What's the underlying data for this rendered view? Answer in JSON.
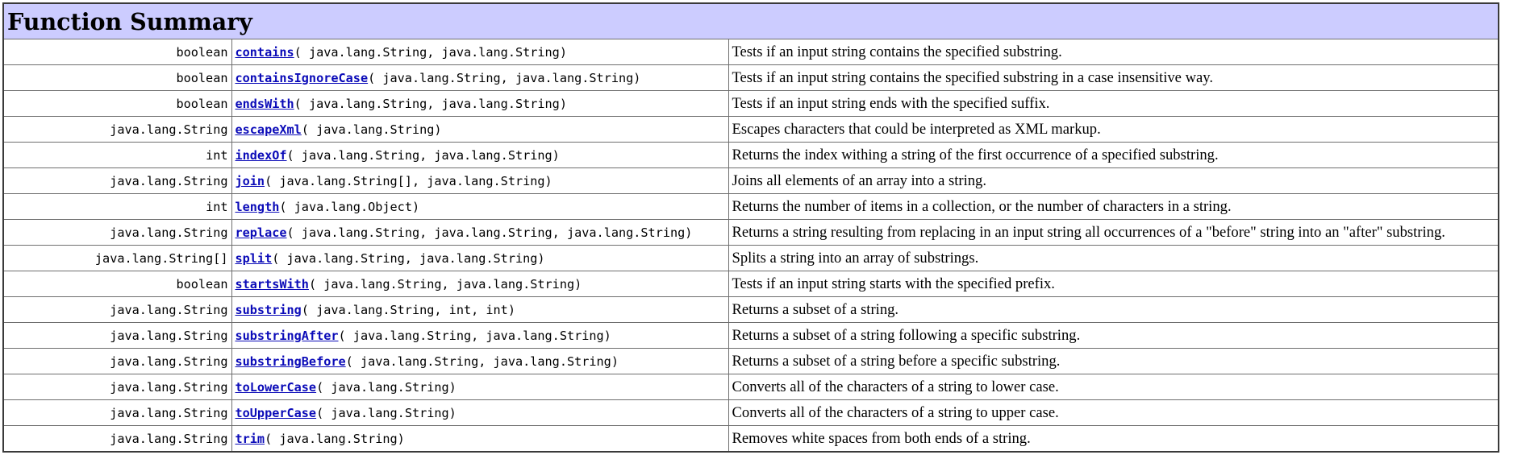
{
  "section_title": "Function Summary",
  "functions": [
    {
      "return_type": "boolean",
      "name": "contains",
      "params": "( java.lang.String, java.lang.String)",
      "description": "Tests if an input string contains the specified substring."
    },
    {
      "return_type": "boolean",
      "name": "containsIgnoreCase",
      "params": "( java.lang.String, java.lang.String)",
      "description": "Tests if an input string contains the specified substring in a case insensitive way."
    },
    {
      "return_type": "boolean",
      "name": "endsWith",
      "params": "( java.lang.String, java.lang.String)",
      "description": "Tests if an input string ends with the specified suffix."
    },
    {
      "return_type": "java.lang.String",
      "name": "escapeXml",
      "params": "( java.lang.String)",
      "description": "Escapes characters that could be interpreted as XML markup."
    },
    {
      "return_type": "int",
      "name": "indexOf",
      "params": "( java.lang.String, java.lang.String)",
      "description": "Returns the index withing a string of the first occurrence of a specified substring."
    },
    {
      "return_type": "java.lang.String",
      "name": "join",
      "params": "( java.lang.String[], java.lang.String)",
      "description": "Joins all elements of an array into a string."
    },
    {
      "return_type": "int",
      "name": "length",
      "params": "( java.lang.Object)",
      "description": "Returns the number of items in a collection, or the number of characters in a string."
    },
    {
      "return_type": "java.lang.String",
      "name": "replace",
      "params": "( java.lang.String, java.lang.String, java.lang.String)",
      "description": "Returns a string resulting from replacing in an input string all occurrences of a \"before\" string into an \"after\" substring."
    },
    {
      "return_type": "java.lang.String[]",
      "name": "split",
      "params": "( java.lang.String, java.lang.String)",
      "description": "Splits a string into an array of substrings."
    },
    {
      "return_type": "boolean",
      "name": "startsWith",
      "params": "( java.lang.String, java.lang.String)",
      "description": "Tests if an input string starts with the specified prefix."
    },
    {
      "return_type": "java.lang.String",
      "name": "substring",
      "params": "( java.lang.String, int, int)",
      "description": "Returns a subset of a string."
    },
    {
      "return_type": "java.lang.String",
      "name": "substringAfter",
      "params": "( java.lang.String, java.lang.String)",
      "description": "Returns a subset of a string following a specific substring."
    },
    {
      "return_type": "java.lang.String",
      "name": "substringBefore",
      "params": "( java.lang.String, java.lang.String)",
      "description": "Returns a subset of a string before a specific substring."
    },
    {
      "return_type": "java.lang.String",
      "name": "toLowerCase",
      "params": "( java.lang.String)",
      "description": "Converts all of the characters of a string to lower case."
    },
    {
      "return_type": "java.lang.String",
      "name": "toUpperCase",
      "params": "( java.lang.String)",
      "description": "Converts all of the characters of a string to upper case."
    },
    {
      "return_type": "java.lang.String",
      "name": "trim",
      "params": "( java.lang.String)",
      "description": "Removes white spaces from both ends of a string."
    }
  ]
}
